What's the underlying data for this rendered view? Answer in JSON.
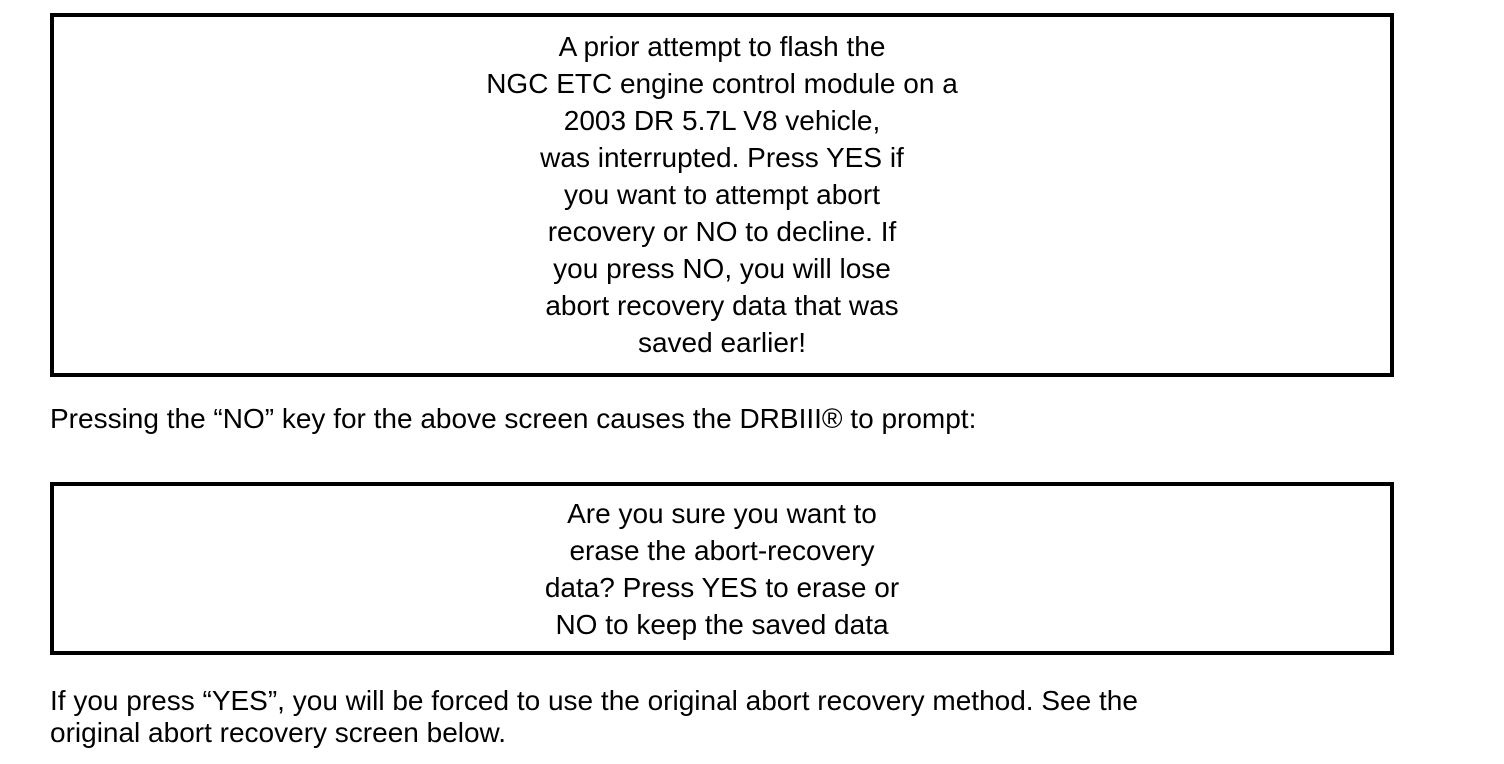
{
  "page": {
    "background": "#ffffff",
    "text_color": "#000000",
    "box_border_color": "#000000"
  },
  "screens": [
    {
      "name": "abort-recovery-prompt",
      "lines": [
        "A prior attempt to flash the",
        "NGC ETC engine control module on a",
        "2003 DR 5.7L V8 vehicle,",
        "was interrupted. Press YES if",
        "you want to attempt abort",
        "recovery or NO to decline. If",
        "you press NO, you will lose",
        "abort recovery data that was",
        "saved earlier!"
      ]
    },
    {
      "name": "erase-confirmation-prompt",
      "lines": [
        "Are you sure you want to",
        "erase the abort-recovery",
        "data? Press YES to erase or",
        "NO to keep the saved data"
      ]
    }
  ],
  "captions": [
    {
      "lines": [
        "Pressing the “NO” key for the above screen causes the DRBIII® to prompt:"
      ]
    },
    {
      "lines": [
        "If you press “YES”, you will be forced to use the original abort recovery method. See the",
        "original abort recovery screen below."
      ]
    }
  ]
}
